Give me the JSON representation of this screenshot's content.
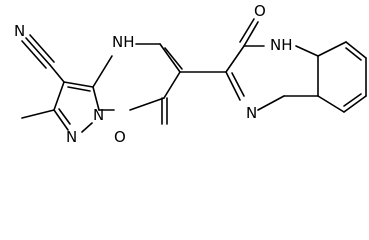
{
  "structure": {
    "atoms": {
      "nitrile_n": "N",
      "amine_nh_left": "NH",
      "pyrazole_n": "N",
      "bridge_n": "N",
      "carbonyl_o_bottom": "O",
      "carbonyl_o_top": "O",
      "amine_nh_right": "NH",
      "ring_n_right": "N"
    }
  }
}
